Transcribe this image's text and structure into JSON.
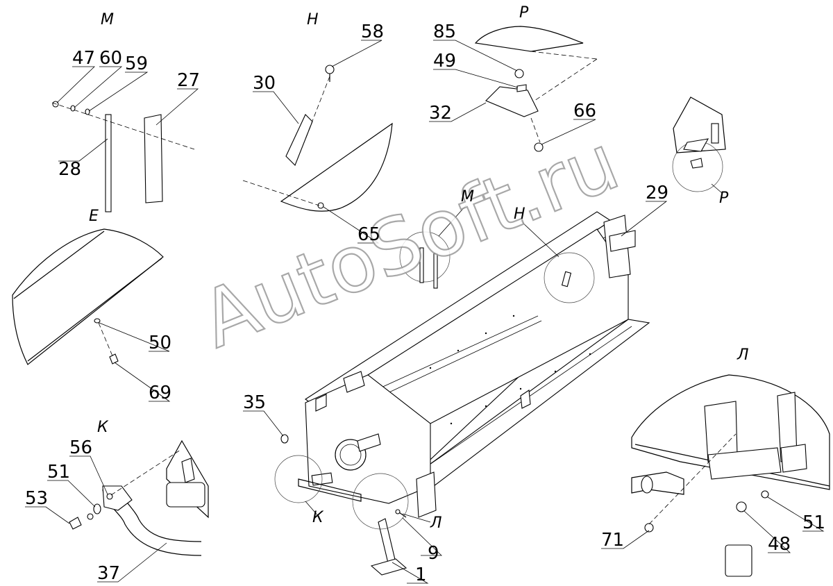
{
  "watermark": "AutoSoft.ru",
  "views": {
    "M": "М",
    "N": "Н",
    "P": "Р",
    "E": "Е",
    "K": "К",
    "L": "Л"
  },
  "callouts": {
    "c47": "47",
    "c60": "60",
    "c59": "59",
    "c27": "27",
    "c28": "28",
    "c58": "58",
    "c30": "30",
    "c65": "65",
    "c85": "85",
    "c49": "49",
    "c32": "32",
    "c66": "66",
    "c29": "29",
    "c50": "50",
    "c69": "69",
    "c35": "35",
    "c56": "56",
    "c51": "51",
    "c53": "53",
    "c37": "37",
    "c9": "9",
    "c1": "1",
    "c71": "71",
    "c48": "48",
    "c51b": "51"
  },
  "colors": {
    "line": "#000000",
    "watermark_stroke": "#9a9a9a"
  }
}
